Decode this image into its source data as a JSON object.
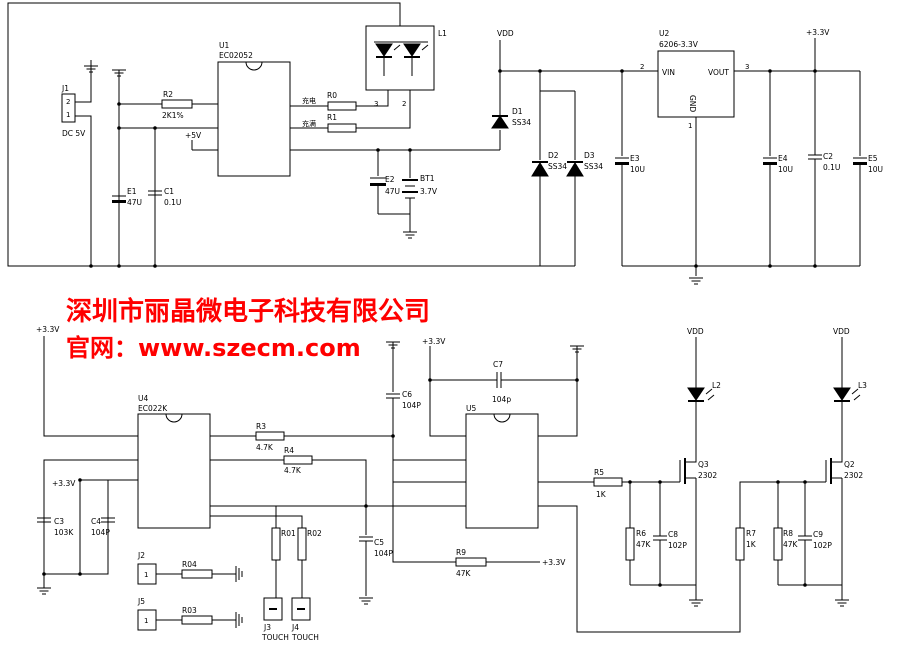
{
  "company": "深圳市丽晶微电子科技有限公司",
  "website": "官网：www.szecm.com",
  "power": {
    "vdd": "VDD",
    "v33": "+3.3V",
    "v5": "+5V"
  },
  "charger": {
    "j1": "J1",
    "j1_p2": "2",
    "j1_p1": "1",
    "j1_dc": "DC 5V",
    "r2": "R2",
    "r2_val": "2K1%",
    "u1": "U1",
    "u1_part": "EC02052",
    "e1": "E1",
    "e1_val": "47U",
    "c1": "C1",
    "c1_val": "0.1U",
    "r0": "R0",
    "r1": "R1",
    "lbl_charging": "充电",
    "lbl_full": "充满",
    "l1": "L1",
    "l1_p3": "3",
    "l1_p2": "2",
    "e2": "E2",
    "e2_val": "47U",
    "bt1": "BT1",
    "bt1_val": "3.7V",
    "d1": "D1",
    "d1_val": "SS34"
  },
  "regulator": {
    "u2": "U2",
    "u2_part": "6206-3.3V",
    "vin": "VIN",
    "vout": "VOUT",
    "gnd": "GND",
    "p2": "2",
    "p3": "3",
    "p1": "1",
    "d2": "D2",
    "d2_val": "SS34",
    "d3": "D3",
    "d3_val": "SS34",
    "e3": "E3",
    "e3_val": "10U",
    "e4": "E4",
    "e4_val": "10U",
    "c2": "C2",
    "c2_val": "0.1U",
    "e5": "E5",
    "e5_val": "10U"
  },
  "touch": {
    "u4": "U4",
    "u4_part": "EC022K",
    "c3": "C3",
    "c3_val": "103K",
    "c4": "C4",
    "c4_val": "104P",
    "r3": "R3",
    "r3_val": "4.7K",
    "r4": "R4",
    "r4_val": "4.7K",
    "r01": "R01",
    "r02": "R02",
    "j2": "J2",
    "j2_pin": "1",
    "j5": "J5",
    "j5_pin": "1",
    "r04": "R04",
    "r03": "R03",
    "j3": "J3",
    "j4": "J4",
    "touch1": "TOUCH",
    "touch2": "TOUCH"
  },
  "logic": {
    "c6": "C6",
    "c6_val": "104P",
    "c7": "C7",
    "c7_val": "104p",
    "u5": "U5",
    "c5": "C5",
    "c5_val": "104P",
    "r9": "R9",
    "r9_val": "47K",
    "r5": "R5",
    "r5_val": "1K",
    "r6": "R6",
    "r6_val": "47K",
    "c8": "C8",
    "c8_val": "102P",
    "l2": "L2",
    "q3": "Q3",
    "q3_part": "2302",
    "r7": "R7",
    "r7_val": "1K",
    "r8": "R8",
    "r8_val": "47K",
    "c9": "C9",
    "c9_val": "102P",
    "l3": "L3",
    "q2": "Q2",
    "q2_part": "2302"
  }
}
